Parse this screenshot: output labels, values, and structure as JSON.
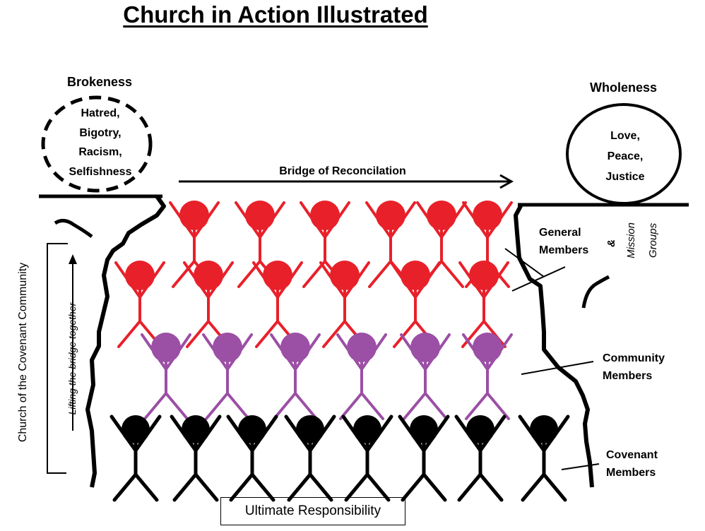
{
  "title": "Church in Action Illustrated",
  "brokeness": {
    "heading": "Brokeness",
    "items": [
      "Hatred,",
      "Bigotry,",
      "Racism,",
      "Selfishness"
    ]
  },
  "wholeness": {
    "heading": "Wholeness",
    "items": [
      "Love,",
      "Peace,",
      "Justice"
    ]
  },
  "bridge": {
    "label": "Bridge of Reconcilation"
  },
  "groups": {
    "general": [
      "General",
      "Members"
    ],
    "ampersand": "&",
    "mission": "Mission",
    "mission_groups": "Groups",
    "community": [
      "Community",
      "Members"
    ],
    "covenant": [
      "Covenant",
      "Members"
    ]
  },
  "left_side": {
    "vertical_label": "Church of the Covenant Community",
    "lifting_label": "Lifting the bridge together"
  },
  "footer": {
    "box_label": "Ultimate Responsibility"
  },
  "colors": {
    "general": "#e8202a",
    "community": "#9b4fa5",
    "covenant": "#000000"
  },
  "rows": [
    {
      "group": "general",
      "count": 6
    },
    {
      "group": "general",
      "count": 6
    },
    {
      "group": "community",
      "count": 6
    },
    {
      "group": "covenant",
      "count": 8
    }
  ]
}
